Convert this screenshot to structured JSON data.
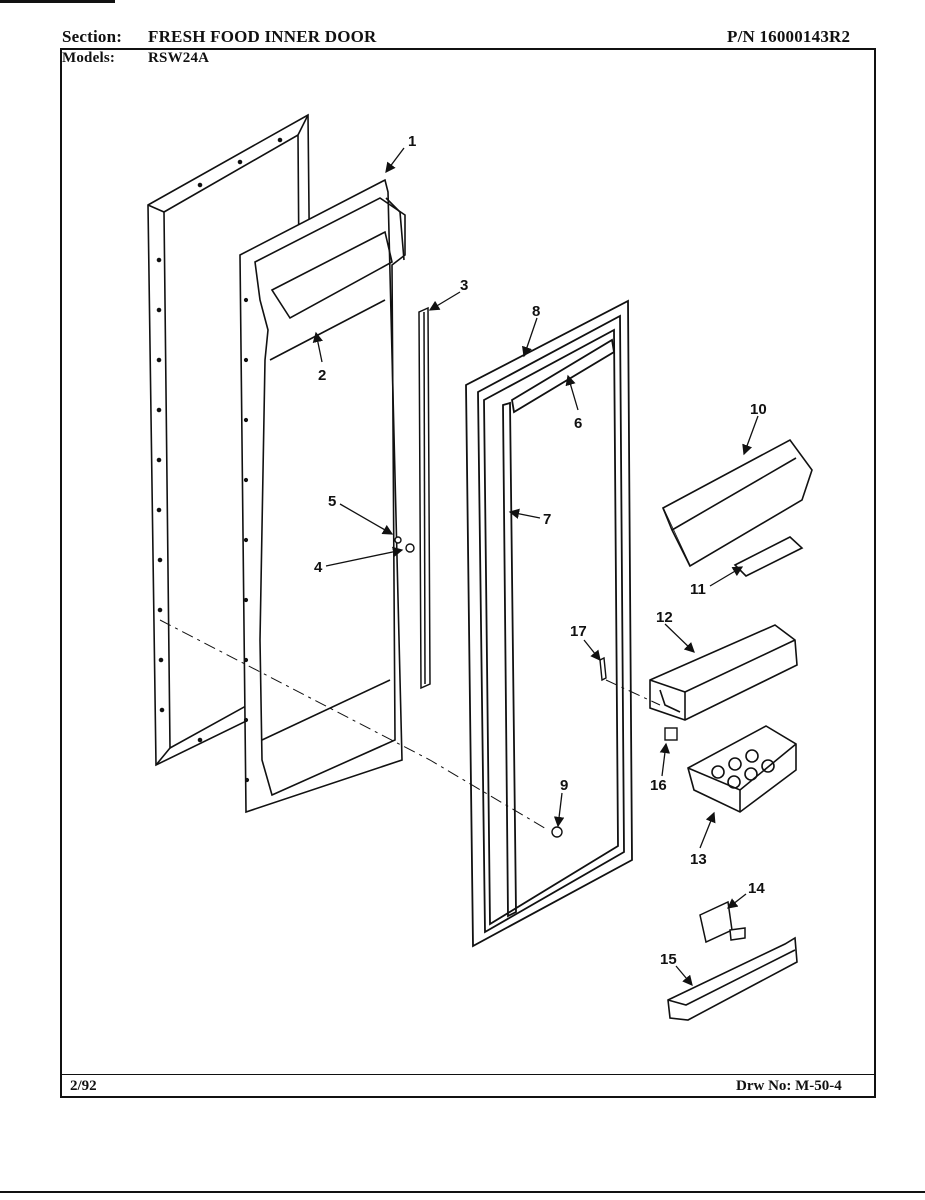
{
  "header": {
    "section_label": "Section:",
    "section_title": "FRESH FOOD INNER DOOR",
    "part_number": "P/N 16000143R2",
    "models_label": "Models:",
    "models_value": "RSW24A"
  },
  "footer": {
    "date": "2/92",
    "drawing_number": "Drw No: M-50-4"
  },
  "callouts": [
    "1",
    "2",
    "3",
    "4",
    "5",
    "6",
    "7",
    "8",
    "9",
    "10",
    "11",
    "12",
    "13",
    "14",
    "15",
    "16",
    "17"
  ]
}
